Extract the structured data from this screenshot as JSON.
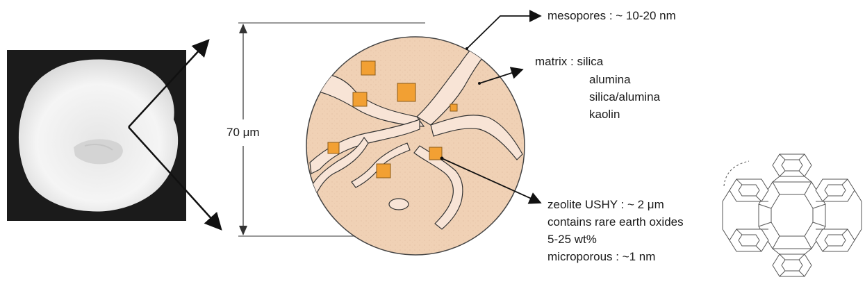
{
  "labels": {
    "diameter": "70 μm",
    "mesopores": "mesopores : ~ 10-20 nm",
    "matrix": {
      "heading": "matrix : silica",
      "items": [
        "alumina",
        "silica/alumina",
        "kaolin"
      ]
    },
    "zeolite": [
      "zeolite USHY : ~ 2 μm",
      "contains rare earth oxides",
      "5-25 wt%",
      "microporous : ~1 nm"
    ]
  },
  "colors": {
    "particle_fill": "#f0d1b5",
    "pore_fill": "#f8e4d6",
    "crystal_fill": "#f2a033",
    "outline": "#333333",
    "photo_background": "#1b1b1b",
    "powder": "#f2f2f2"
  },
  "icons": {
    "photo": "catalyst-powder-photo",
    "framework": "faujasite-framework-icon"
  }
}
